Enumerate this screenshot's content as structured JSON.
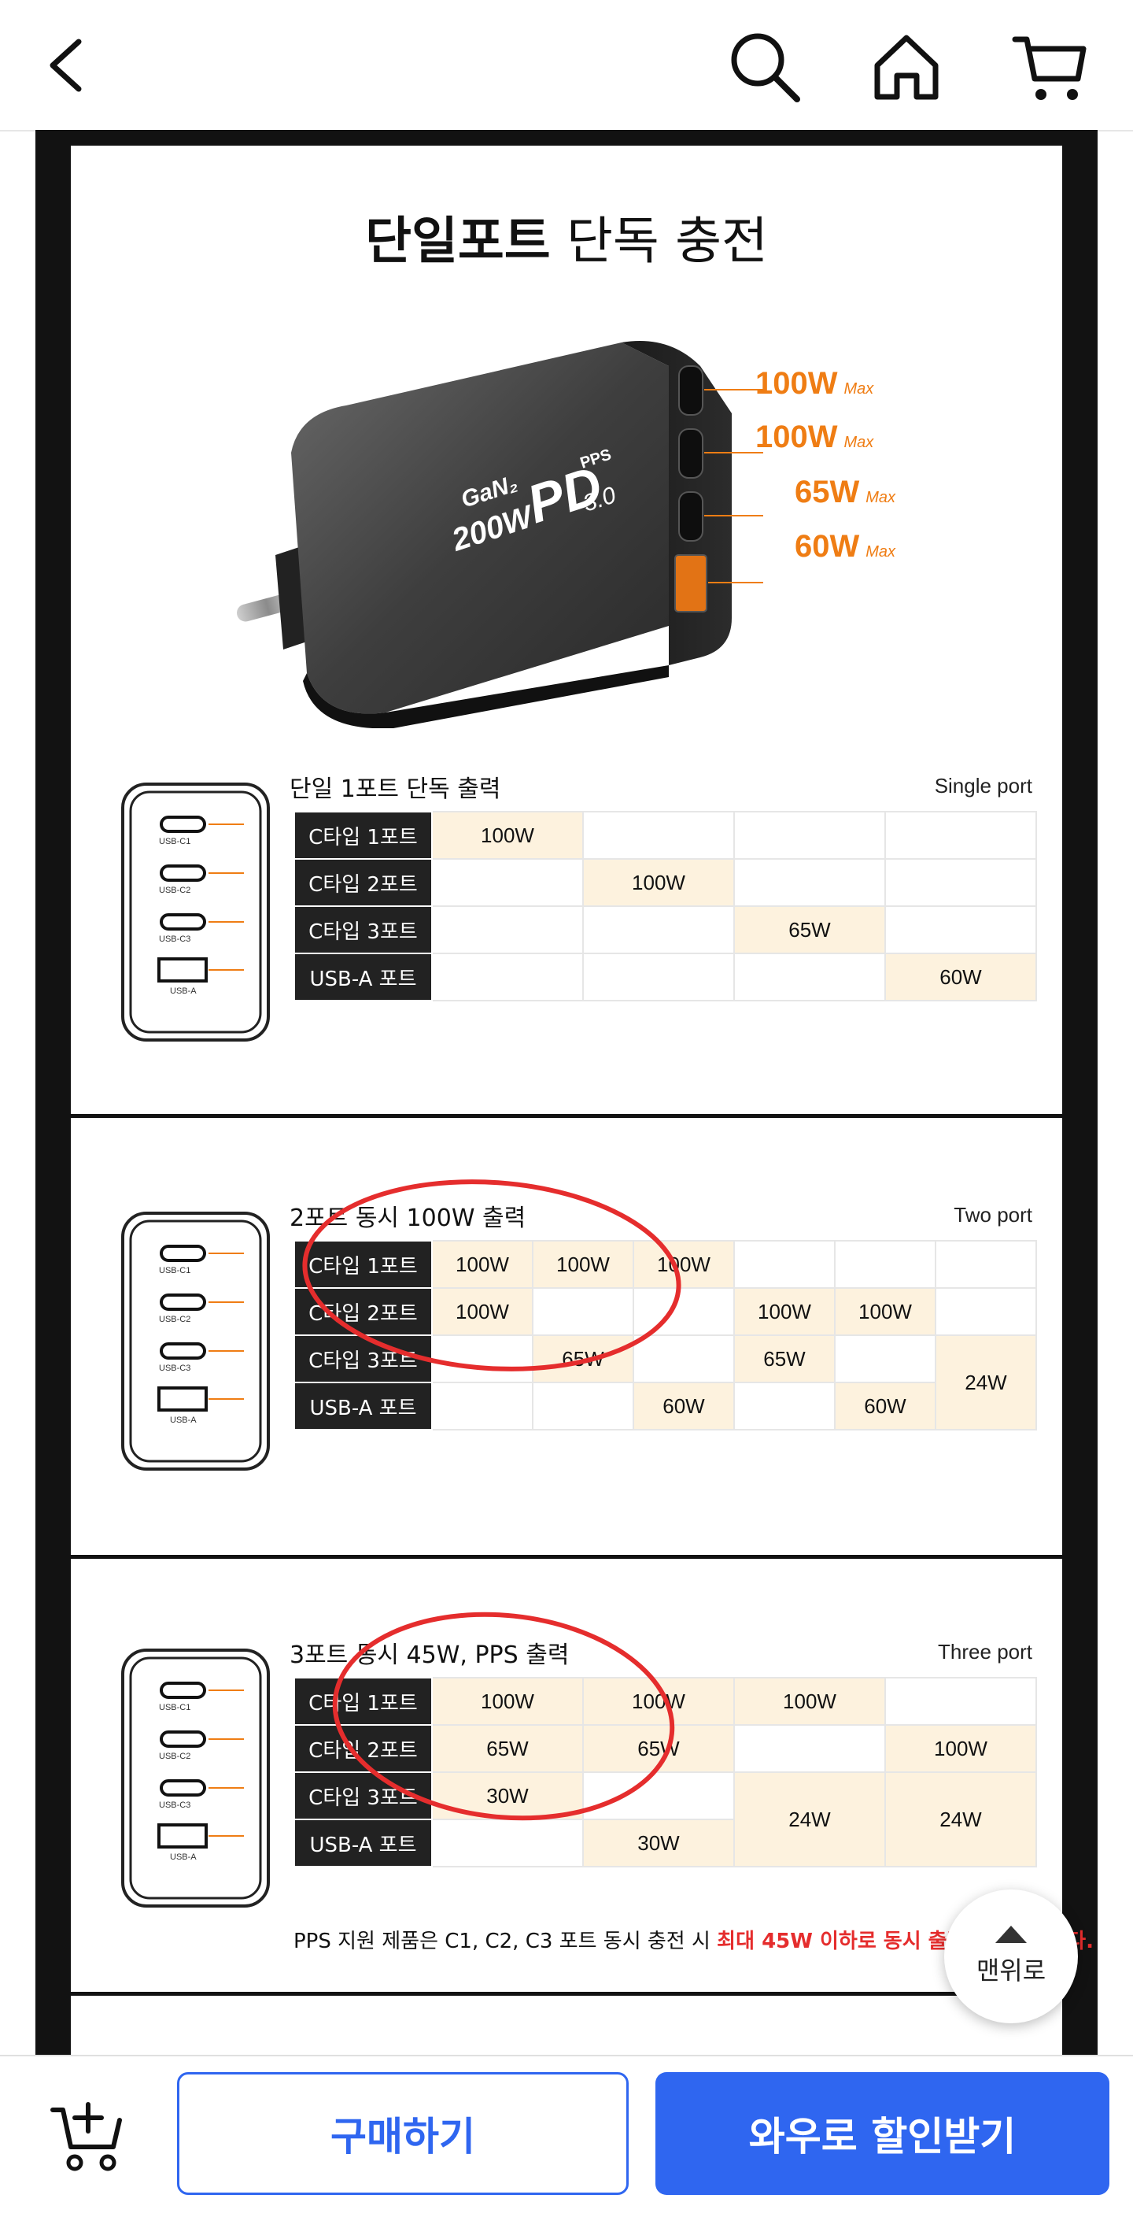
{
  "header": {
    "back_icon": "chevron-left-icon",
    "search_icon": "search-icon",
    "home_icon": "home-icon",
    "cart_icon": "cart-icon"
  },
  "panel1": {
    "title_bold": "단일포트",
    "title_light": "단독 충전",
    "device_text": {
      "gan": "GaN₂",
      "watt": "200W",
      "pd": "PD",
      "pps": "PPS",
      "ver": "3.0"
    },
    "port_watts": [
      {
        "value": "100W",
        "suffix": "Max"
      },
      {
        "value": "100W",
        "suffix": "Max"
      },
      {
        "value": "65W",
        "suffix": "Max"
      },
      {
        "value": "60W",
        "suffix": "Max"
      }
    ],
    "section_title": "단일 1포트 단독 출력",
    "section_sub": "Single port",
    "rows": [
      {
        "label": "C타입 1포트",
        "cells": [
          "100W",
          "",
          "",
          ""
        ]
      },
      {
        "label": "C타입 2포트",
        "cells": [
          "",
          "100W",
          "",
          ""
        ]
      },
      {
        "label": "C타입 3포트",
        "cells": [
          "",
          "",
          "65W",
          ""
        ]
      },
      {
        "label": "USB-A 포트",
        "cells": [
          "",
          "",
          "",
          "60W"
        ]
      }
    ]
  },
  "panel2": {
    "section_title": "2포트 동시 100W 출력",
    "section_sub": "Two port",
    "labels": [
      "C타입 1포트",
      "C타입 2포트",
      "C타입 3포트",
      "USB-A 포트"
    ],
    "cells": {
      "r1": [
        "100W",
        "100W",
        "100W",
        "",
        "",
        ""
      ],
      "r2": [
        "100W",
        "",
        "",
        "100W",
        "100W"
      ],
      "r3": [
        "",
        "65W",
        "",
        "65W",
        ""
      ],
      "r4": [
        "",
        "",
        "60W",
        "",
        "60W"
      ],
      "merged": "24W"
    }
  },
  "panel3": {
    "section_title": "3포트 동시 45W, PPS 출력",
    "section_sub": "Three port",
    "labels": [
      "C타입 1포트",
      "C타입 2포트",
      "C타입 3포트",
      "USB-A 포트"
    ],
    "cells": {
      "r1": [
        "100W",
        "100W",
        "100W",
        ""
      ],
      "r2": [
        "65W",
        "65W",
        "",
        "100W"
      ],
      "r3": [
        "30W",
        ""
      ],
      "r4": [
        "",
        "30W"
      ],
      "merged1": "24W",
      "merged2": "24W"
    },
    "note_prefix": "PPS 지원 제품은 C1, C2, C3 포트 동시 충전 시 ",
    "note_red": "최대 45W 이하로 동시 출력이 가능합니다."
  },
  "device_labels": [
    "USB-C1",
    "USB-C2",
    "USB-C3",
    "USB-A"
  ],
  "scroll_top": {
    "label": "맨위로"
  },
  "bottom": {
    "cart_add_icon": "cart-plus-icon",
    "buy_label": "구매하기",
    "wow_label": "와우로 할인받기"
  },
  "colors": {
    "accent": "#2f66f0",
    "orange": "#ef7d14",
    "highlight": "#fdf2de",
    "red_annotation": "#e52d2d"
  }
}
